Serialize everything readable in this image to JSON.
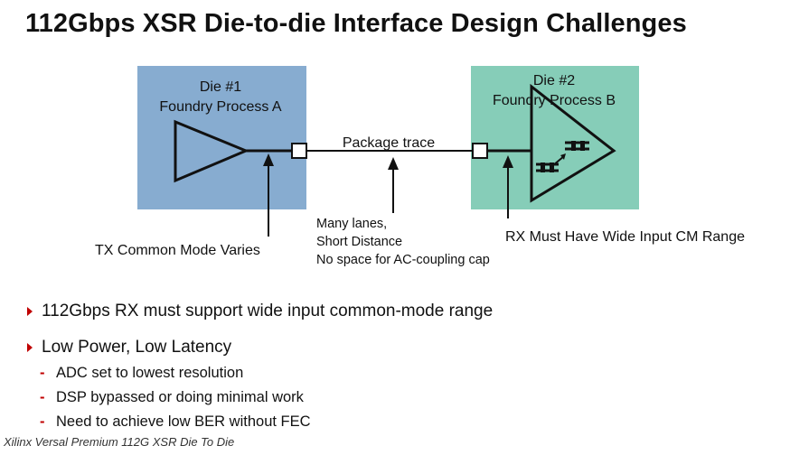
{
  "title": "112Gbps XSR Die-to-die Interface Design Challenges",
  "diagram": {
    "die1": {
      "line1": "Die #1",
      "line2": "Foundry Process A",
      "color": "#87acd0"
    },
    "die2": {
      "line1": "Die #2",
      "line2": "Foundry Process B",
      "color": "#86cdb8"
    },
    "trace_label": "Package trace",
    "tx_label": "TX Common Mode Varies",
    "trace_note": [
      "Many lanes,",
      "Short Distance",
      "No space for AC-coupling cap"
    ],
    "rx_label": "RX Must Have Wide Input CM Range"
  },
  "bullets": [
    {
      "text": "112Gbps RX must support wide input common-mode range",
      "subs": []
    },
    {
      "text": "Low Power, Low Latency",
      "subs": [
        "ADC set to lowest resolution",
        "DSP bypassed or doing minimal work",
        "Need to achieve low BER without FEC"
      ]
    }
  ],
  "accent_color": "#c00000",
  "caption": "Xilinx Versal Premium 112G XSR Die To Die"
}
